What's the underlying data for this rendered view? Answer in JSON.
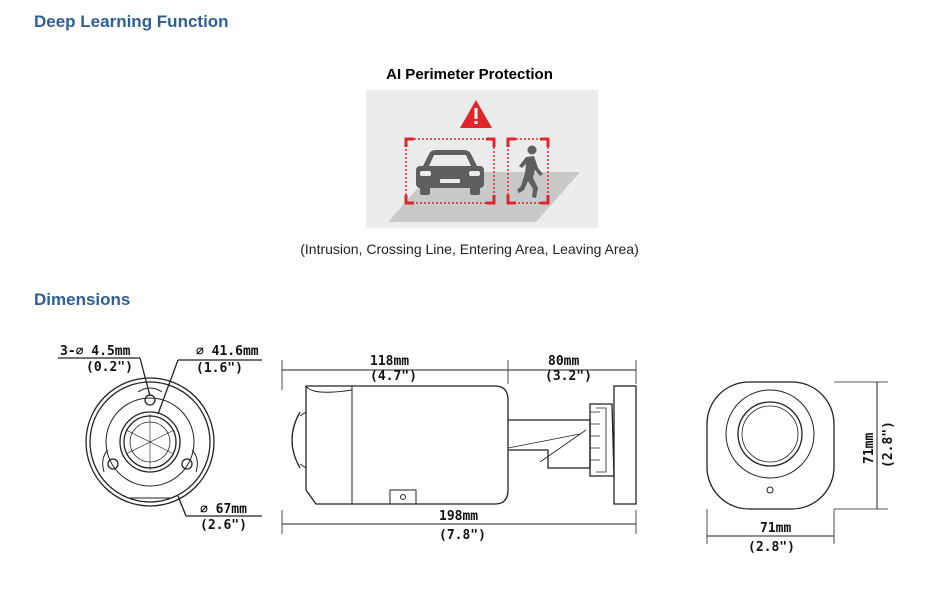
{
  "sections": {
    "deep_learning_title": "Deep Learning Function",
    "dimensions_title": "Dimensions"
  },
  "ai_figure": {
    "title": "AI Perimeter Protection",
    "caption": "(Intrusion, Crossing Line, Entering Area, Leaving Area)",
    "icons": [
      "warning-icon",
      "car-icon",
      "person-icon"
    ],
    "colors": {
      "alert": "#e0262b",
      "panel": "#ececec",
      "floor": "#c9c9c9",
      "icon": "#5f5f5f"
    }
  },
  "dimensions": {
    "front": {
      "hole_label": "3-∅ 4.5mm",
      "hole_inch": "(0.2\")",
      "inner_dia_label": "∅ 41.6mm",
      "inner_dia_inch": "(1.6\")",
      "outer_dia_label": "∅ 67mm",
      "outer_dia_inch": "(2.6\")"
    },
    "side": {
      "body_len": "118mm",
      "body_len_inch": "(4.7\")",
      "mount_len": "80mm",
      "mount_len_inch": "(3.2\")",
      "total_len": "198mm",
      "total_len_inch": "(7.8\")"
    },
    "rear": {
      "height": "71mm",
      "height_inch": "(2.8\")",
      "width": "71mm",
      "width_inch": "(2.8\")"
    }
  }
}
